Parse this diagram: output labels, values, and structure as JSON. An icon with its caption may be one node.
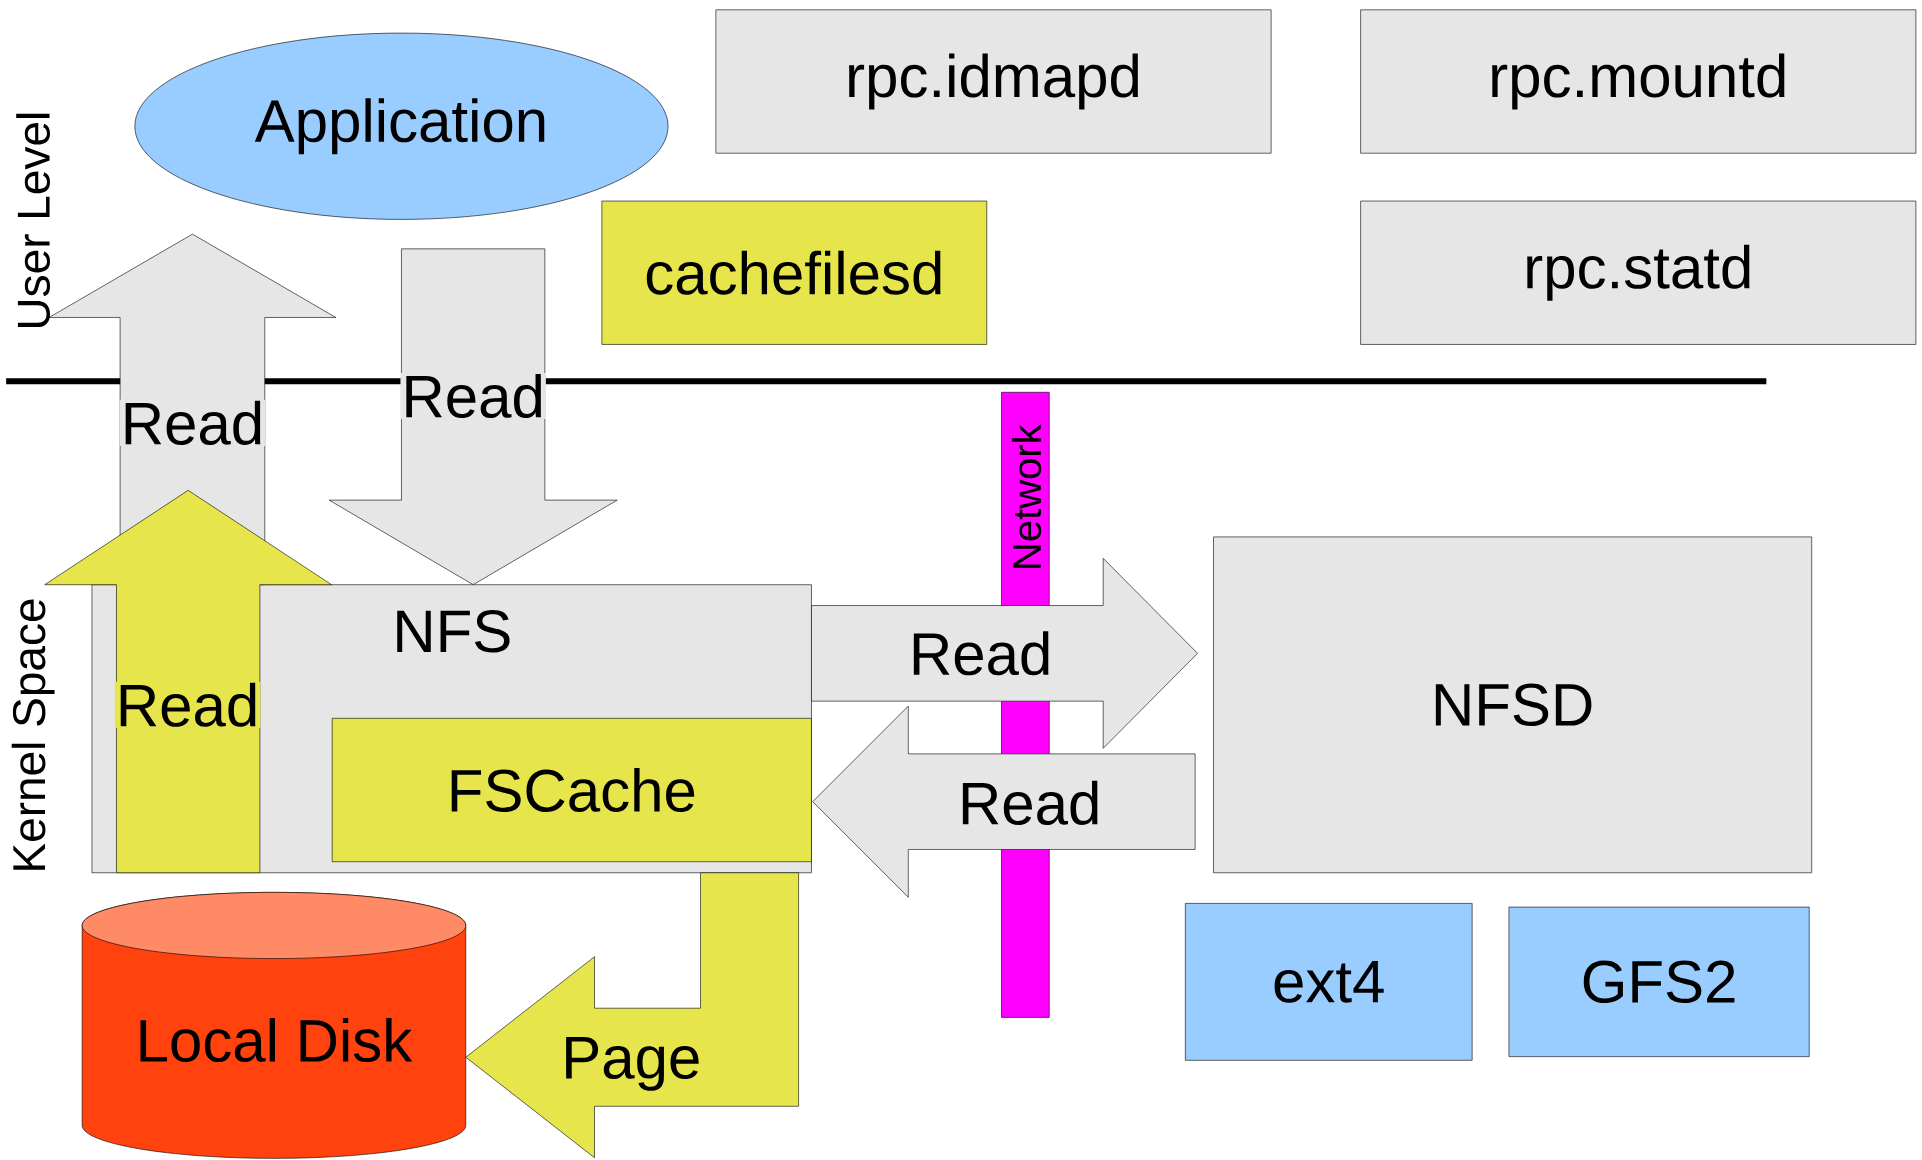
{
  "diagram": {
    "nodes": [
      {
        "text": [
          "Application"
        ]
      },
      {
        "text": [
          "rpc.idmapd"
        ]
      },
      {
        "text": [
          "rpc.mountd"
        ]
      },
      {
        "text": [
          "cachefilesd"
        ]
      },
      {
        "text": [
          "rpc.statd"
        ]
      },
      {
        "text": [
          "Network"
        ]
      },
      {
        "text": [
          "NFS"
        ]
      },
      {
        "text": [
          "FSCache"
        ],
        "in": 6
      },
      {
        "text": [
          "NFSD"
        ]
      },
      {
        "text": [
          "ext4"
        ]
      },
      {
        "text": [
          "GFS2"
        ]
      },
      {
        "text": [
          "Local Disk"
        ]
      }
    ],
    "edges": [
      {
        "from": 6,
        "to": 0,
        "arrow": "to",
        "label": "Read"
      },
      {
        "from": 0,
        "to": 6,
        "arrow": "to",
        "label": "Read"
      },
      {
        "from": 11,
        "to": null,
        "arrow": "to",
        "label": "Read",
        "color": "#e6e64c"
      },
      {
        "from": 6,
        "to": 8,
        "arrow": "to",
        "label": "Read"
      },
      {
        "from": 8,
        "to": 7,
        "arrow": "to",
        "label": "Read"
      },
      {
        "from": 7,
        "to": 11,
        "arrow": "to",
        "label": "Page",
        "color": "#e6e64c"
      }
    ],
    "labels": [
      "User Level",
      "Kernel Space"
    ]
  }
}
